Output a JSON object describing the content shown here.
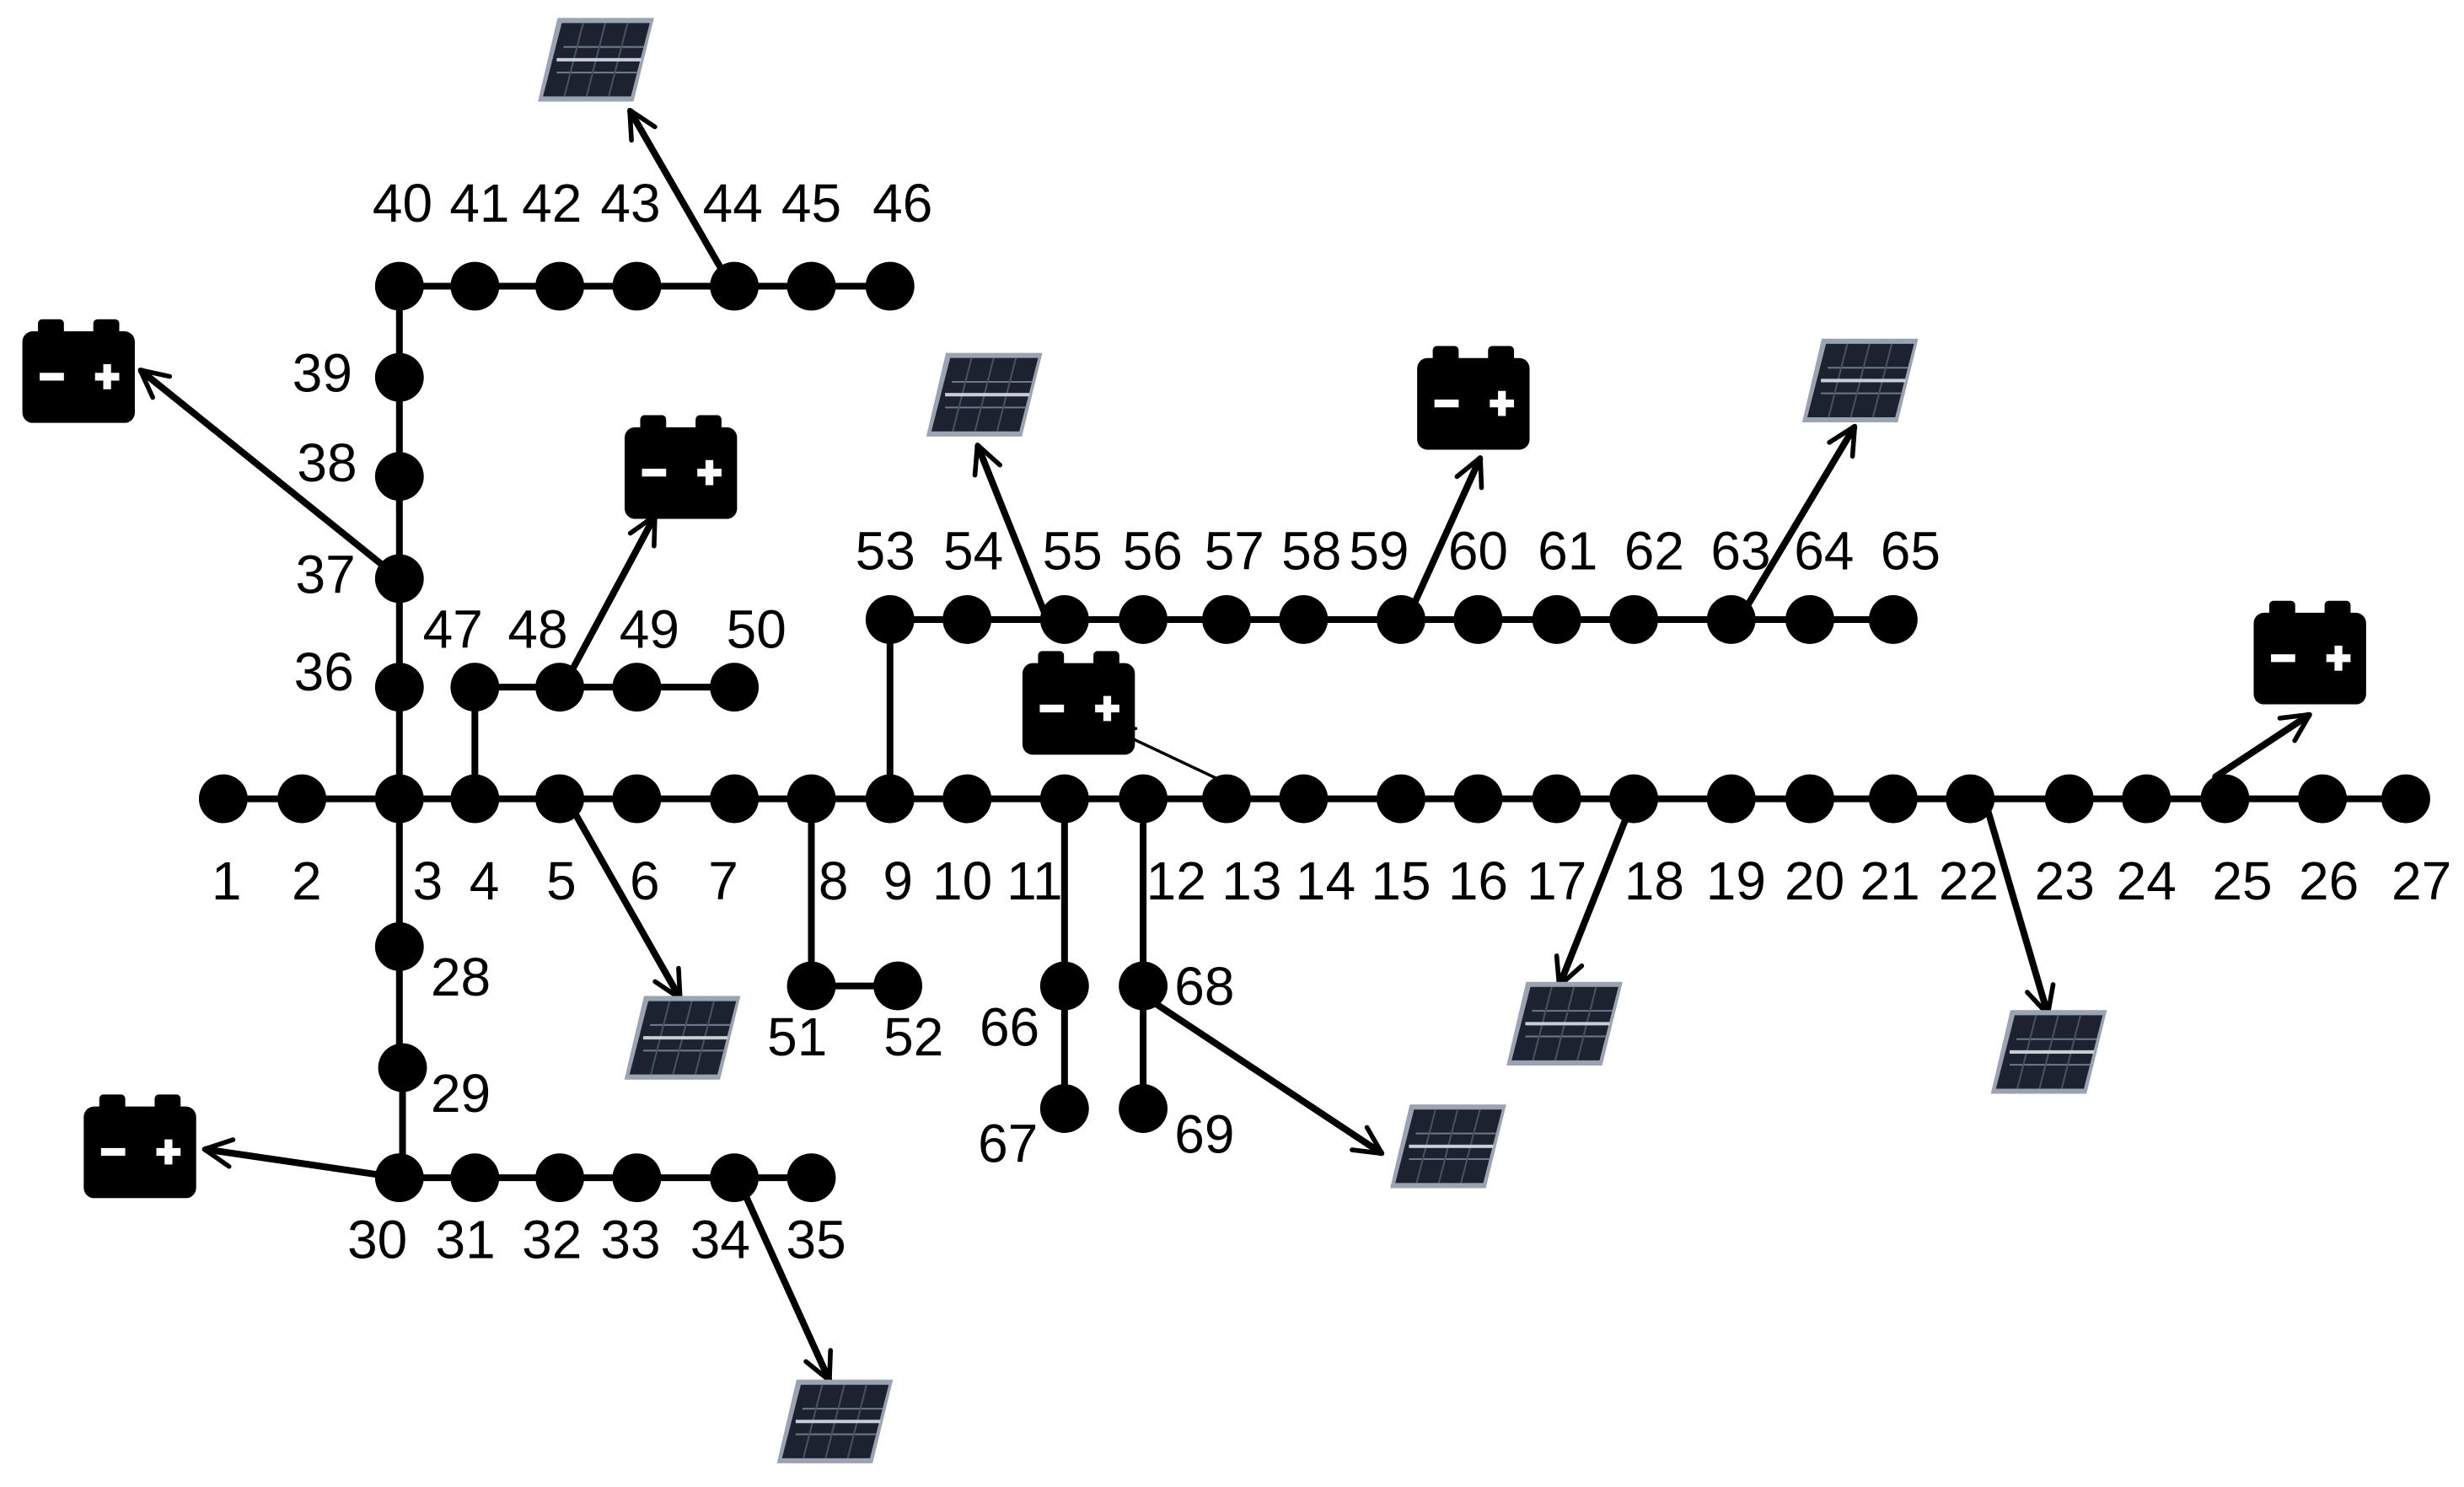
{
  "colors": {
    "ink": "#000000",
    "panel_dark": "#1d2230",
    "panel_mid": "#4a5262",
    "panel_light": "#9aa3b1"
  },
  "icons": {
    "battery": "battery-icon",
    "pv": "solar-panel-icon"
  },
  "buses": [
    {
      "label": "1"
    },
    {
      "label": "2"
    },
    {
      "label": "3"
    },
    {
      "label": "4"
    },
    {
      "label": "5"
    },
    {
      "label": "6"
    },
    {
      "label": "7"
    },
    {
      "label": "8"
    },
    {
      "label": "9"
    },
    {
      "label": "10"
    },
    {
      "label": "11"
    },
    {
      "label": "12"
    },
    {
      "label": "13"
    },
    {
      "label": "14"
    },
    {
      "label": "15"
    },
    {
      "label": "16"
    },
    {
      "label": "17"
    },
    {
      "label": "18"
    },
    {
      "label": "19"
    },
    {
      "label": "20"
    },
    {
      "label": "21"
    },
    {
      "label": "22"
    },
    {
      "label": "23"
    },
    {
      "label": "24"
    },
    {
      "label": "25"
    },
    {
      "label": "26"
    },
    {
      "label": "27"
    },
    {
      "label": "28"
    },
    {
      "label": "29"
    },
    {
      "label": "30"
    },
    {
      "label": "31"
    },
    {
      "label": "32"
    },
    {
      "label": "33"
    },
    {
      "label": "34"
    },
    {
      "label": "35"
    },
    {
      "label": "36"
    },
    {
      "label": "37"
    },
    {
      "label": "38"
    },
    {
      "label": "39"
    },
    {
      "label": "40"
    },
    {
      "label": "41"
    },
    {
      "label": "42"
    },
    {
      "label": "43"
    },
    {
      "label": "44"
    },
    {
      "label": "45"
    },
    {
      "label": "46"
    },
    {
      "label": "47"
    },
    {
      "label": "48"
    },
    {
      "label": "49"
    },
    {
      "label": "50"
    },
    {
      "label": "51"
    },
    {
      "label": "52"
    },
    {
      "label": "53"
    },
    {
      "label": "54"
    },
    {
      "label": "55"
    },
    {
      "label": "56"
    },
    {
      "label": "57"
    },
    {
      "label": "58"
    },
    {
      "label": "59"
    },
    {
      "label": "60"
    },
    {
      "label": "61"
    },
    {
      "label": "62"
    },
    {
      "label": "63"
    },
    {
      "label": "64"
    },
    {
      "label": "65"
    },
    {
      "label": "66"
    },
    {
      "label": "67"
    },
    {
      "label": "68"
    },
    {
      "label": "69"
    }
  ],
  "lines": [
    [
      "1",
      "2"
    ],
    [
      "2",
      "3"
    ],
    [
      "3",
      "4"
    ],
    [
      "4",
      "5"
    ],
    [
      "5",
      "6"
    ],
    [
      "6",
      "7"
    ],
    [
      "7",
      "8"
    ],
    [
      "8",
      "9"
    ],
    [
      "9",
      "10"
    ],
    [
      "10",
      "11"
    ],
    [
      "11",
      "12"
    ],
    [
      "12",
      "13"
    ],
    [
      "13",
      "14"
    ],
    [
      "14",
      "15"
    ],
    [
      "15",
      "16"
    ],
    [
      "16",
      "17"
    ],
    [
      "17",
      "18"
    ],
    [
      "18",
      "19"
    ],
    [
      "19",
      "20"
    ],
    [
      "20",
      "21"
    ],
    [
      "21",
      "22"
    ],
    [
      "22",
      "23"
    ],
    [
      "23",
      "24"
    ],
    [
      "24",
      "25"
    ],
    [
      "25",
      "26"
    ],
    [
      "26",
      "27"
    ],
    [
      "3",
      "28"
    ],
    [
      "28",
      "29"
    ],
    [
      "29",
      "30"
    ],
    [
      "30",
      "31"
    ],
    [
      "31",
      "32"
    ],
    [
      "32",
      "33"
    ],
    [
      "33",
      "34"
    ],
    [
      "34",
      "35"
    ],
    [
      "3",
      "36"
    ],
    [
      "36",
      "37"
    ],
    [
      "37",
      "38"
    ],
    [
      "38",
      "39"
    ],
    [
      "39",
      "40"
    ],
    [
      "40",
      "41"
    ],
    [
      "41",
      "42"
    ],
    [
      "42",
      "43"
    ],
    [
      "43",
      "44"
    ],
    [
      "44",
      "45"
    ],
    [
      "45",
      "46"
    ],
    [
      "4",
      "47"
    ],
    [
      "47",
      "48"
    ],
    [
      "48",
      "49"
    ],
    [
      "49",
      "50"
    ],
    [
      "8",
      "51"
    ],
    [
      "51",
      "52"
    ],
    [
      "9",
      "53"
    ],
    [
      "53",
      "54"
    ],
    [
      "54",
      "55"
    ],
    [
      "55",
      "56"
    ],
    [
      "56",
      "57"
    ],
    [
      "57",
      "58"
    ],
    [
      "58",
      "59"
    ],
    [
      "59",
      "60"
    ],
    [
      "60",
      "61"
    ],
    [
      "61",
      "62"
    ],
    [
      "62",
      "63"
    ],
    [
      "63",
      "64"
    ],
    [
      "64",
      "65"
    ],
    [
      "11",
      "66"
    ],
    [
      "66",
      "67"
    ],
    [
      "12",
      "68"
    ],
    [
      "68",
      "69"
    ]
  ],
  "batteries": [
    {
      "bus": "37"
    },
    {
      "bus": "48"
    },
    {
      "bus": "59"
    },
    {
      "bus": "13"
    },
    {
      "bus": "25"
    },
    {
      "bus": "30"
    }
  ],
  "pv_panels": [
    {
      "bus": "44"
    },
    {
      "bus": "55"
    },
    {
      "bus": "63"
    },
    {
      "bus": "5"
    },
    {
      "bus": "18"
    },
    {
      "bus": "22"
    },
    {
      "bus": "68"
    },
    {
      "bus": "34"
    }
  ]
}
